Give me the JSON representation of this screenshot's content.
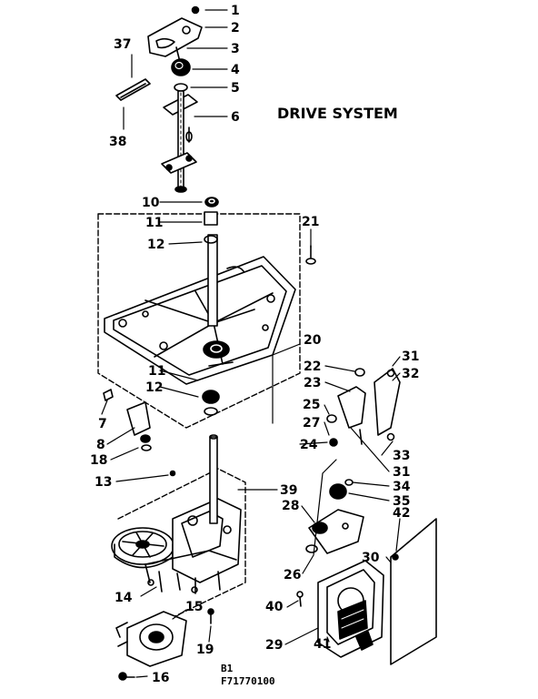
{
  "diagram": {
    "title": "DRIVE SYSTEM",
    "footer_line1": "B1",
    "footer_line2": "F71770100",
    "callouts": [
      {
        "id": "c1",
        "label": "1"
      },
      {
        "id": "c2",
        "label": "2"
      },
      {
        "id": "c3",
        "label": "3"
      },
      {
        "id": "c4",
        "label": "4"
      },
      {
        "id": "c5",
        "label": "5"
      },
      {
        "id": "c6",
        "label": "6"
      },
      {
        "id": "c37",
        "label": "37"
      },
      {
        "id": "c38",
        "label": "38"
      },
      {
        "id": "c10",
        "label": "10"
      },
      {
        "id": "c11a",
        "label": "11"
      },
      {
        "id": "c12a",
        "label": "12"
      },
      {
        "id": "c21",
        "label": "21"
      },
      {
        "id": "c20",
        "label": "20"
      },
      {
        "id": "c11b",
        "label": "11"
      },
      {
        "id": "c12b",
        "label": "12"
      },
      {
        "id": "c7",
        "label": "7"
      },
      {
        "id": "c8",
        "label": "8"
      },
      {
        "id": "c18",
        "label": "18"
      },
      {
        "id": "c13",
        "label": "13"
      },
      {
        "id": "c22",
        "label": "22"
      },
      {
        "id": "c23",
        "label": "23"
      },
      {
        "id": "c31a",
        "label": "31"
      },
      {
        "id": "c32",
        "label": "32"
      },
      {
        "id": "c25",
        "label": "25"
      },
      {
        "id": "c27",
        "label": "27"
      },
      {
        "id": "c24",
        "label": "24"
      },
      {
        "id": "c33",
        "label": "33"
      },
      {
        "id": "c31b",
        "label": "31"
      },
      {
        "id": "c34",
        "label": "34"
      },
      {
        "id": "c35",
        "label": "35"
      },
      {
        "id": "c42",
        "label": "42"
      },
      {
        "id": "c39",
        "label": "39"
      },
      {
        "id": "c28",
        "label": "28"
      },
      {
        "id": "c26",
        "label": "26"
      },
      {
        "id": "c30",
        "label": "30"
      },
      {
        "id": "c14",
        "label": "14"
      },
      {
        "id": "c15",
        "label": "15"
      },
      {
        "id": "c40",
        "label": "40"
      },
      {
        "id": "c19",
        "label": "19"
      },
      {
        "id": "c29",
        "label": "29"
      },
      {
        "id": "c41",
        "label": "41"
      },
      {
        "id": "c16",
        "label": "16"
      }
    ]
  }
}
